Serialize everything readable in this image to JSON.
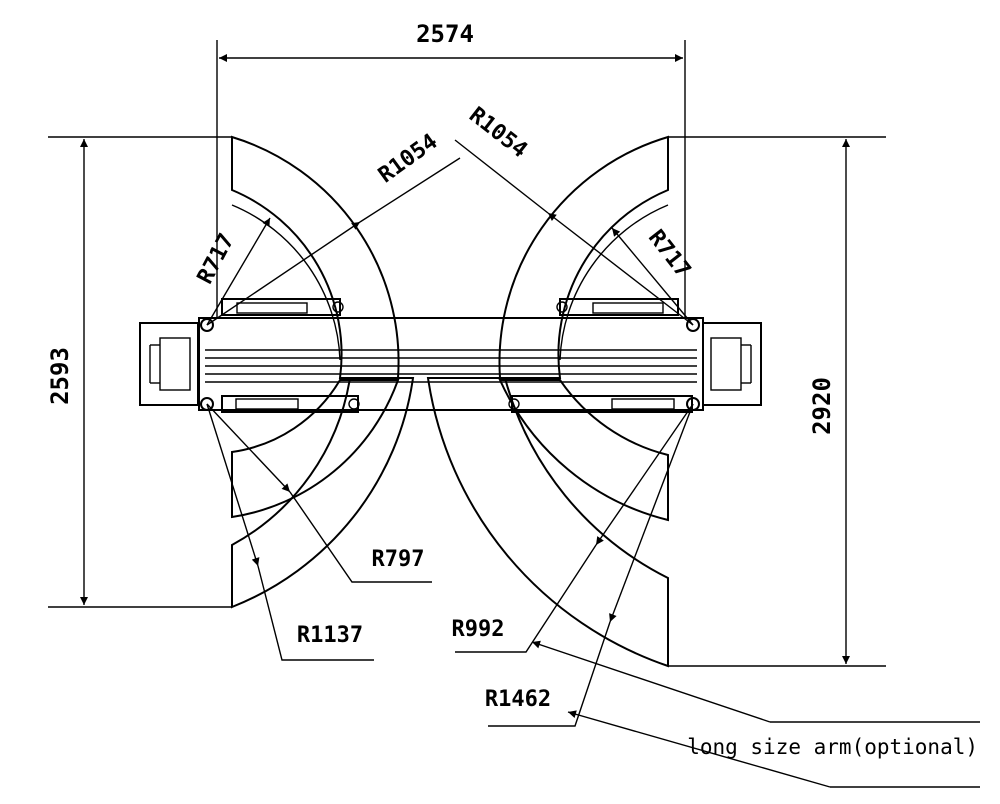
{
  "dimensions": {
    "overall_width": "2574",
    "left_height": "2593",
    "right_height": "2920"
  },
  "radii": {
    "left_short_arm": "R717",
    "left_long_arm": "R1054",
    "right_long_arm": "R1054",
    "right_short_arm": "R717",
    "left_inner_swing": "R797",
    "left_outer_swing": "R1137",
    "right_inner_swing": "R992",
    "right_outer_swing": "R1462"
  },
  "notes": {
    "optional_arm": "long size arm(optional)"
  },
  "colors": {
    "ink": "#000000",
    "paper": "#ffffff"
  }
}
